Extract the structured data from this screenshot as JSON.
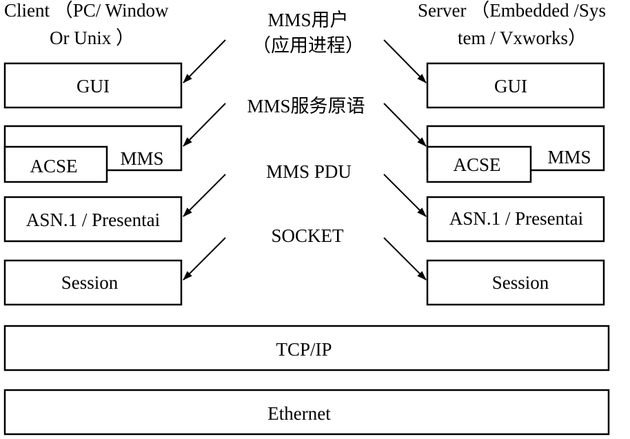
{
  "client": {
    "title_line1": "Client （PC/ Window",
    "title_line2": "Or Unix ）"
  },
  "server": {
    "title_line1": "Server （Embedded /Sys",
    "title_line2": "tem / Vxworks）"
  },
  "middle": {
    "mms_user_line1": "MMS用户",
    "mms_user_line2": "（应用进程）",
    "mms_primitive": "MMS服务原语",
    "mms_pdu": "MMS PDU",
    "socket": "SOCKET"
  },
  "layers": {
    "gui": "GUI",
    "mms": "MMS",
    "acse": "ACSE",
    "asn1": "ASN.1 / Presentai",
    "session": "Session",
    "tcpip": "TCP/IP",
    "ethernet": "Ethernet"
  }
}
